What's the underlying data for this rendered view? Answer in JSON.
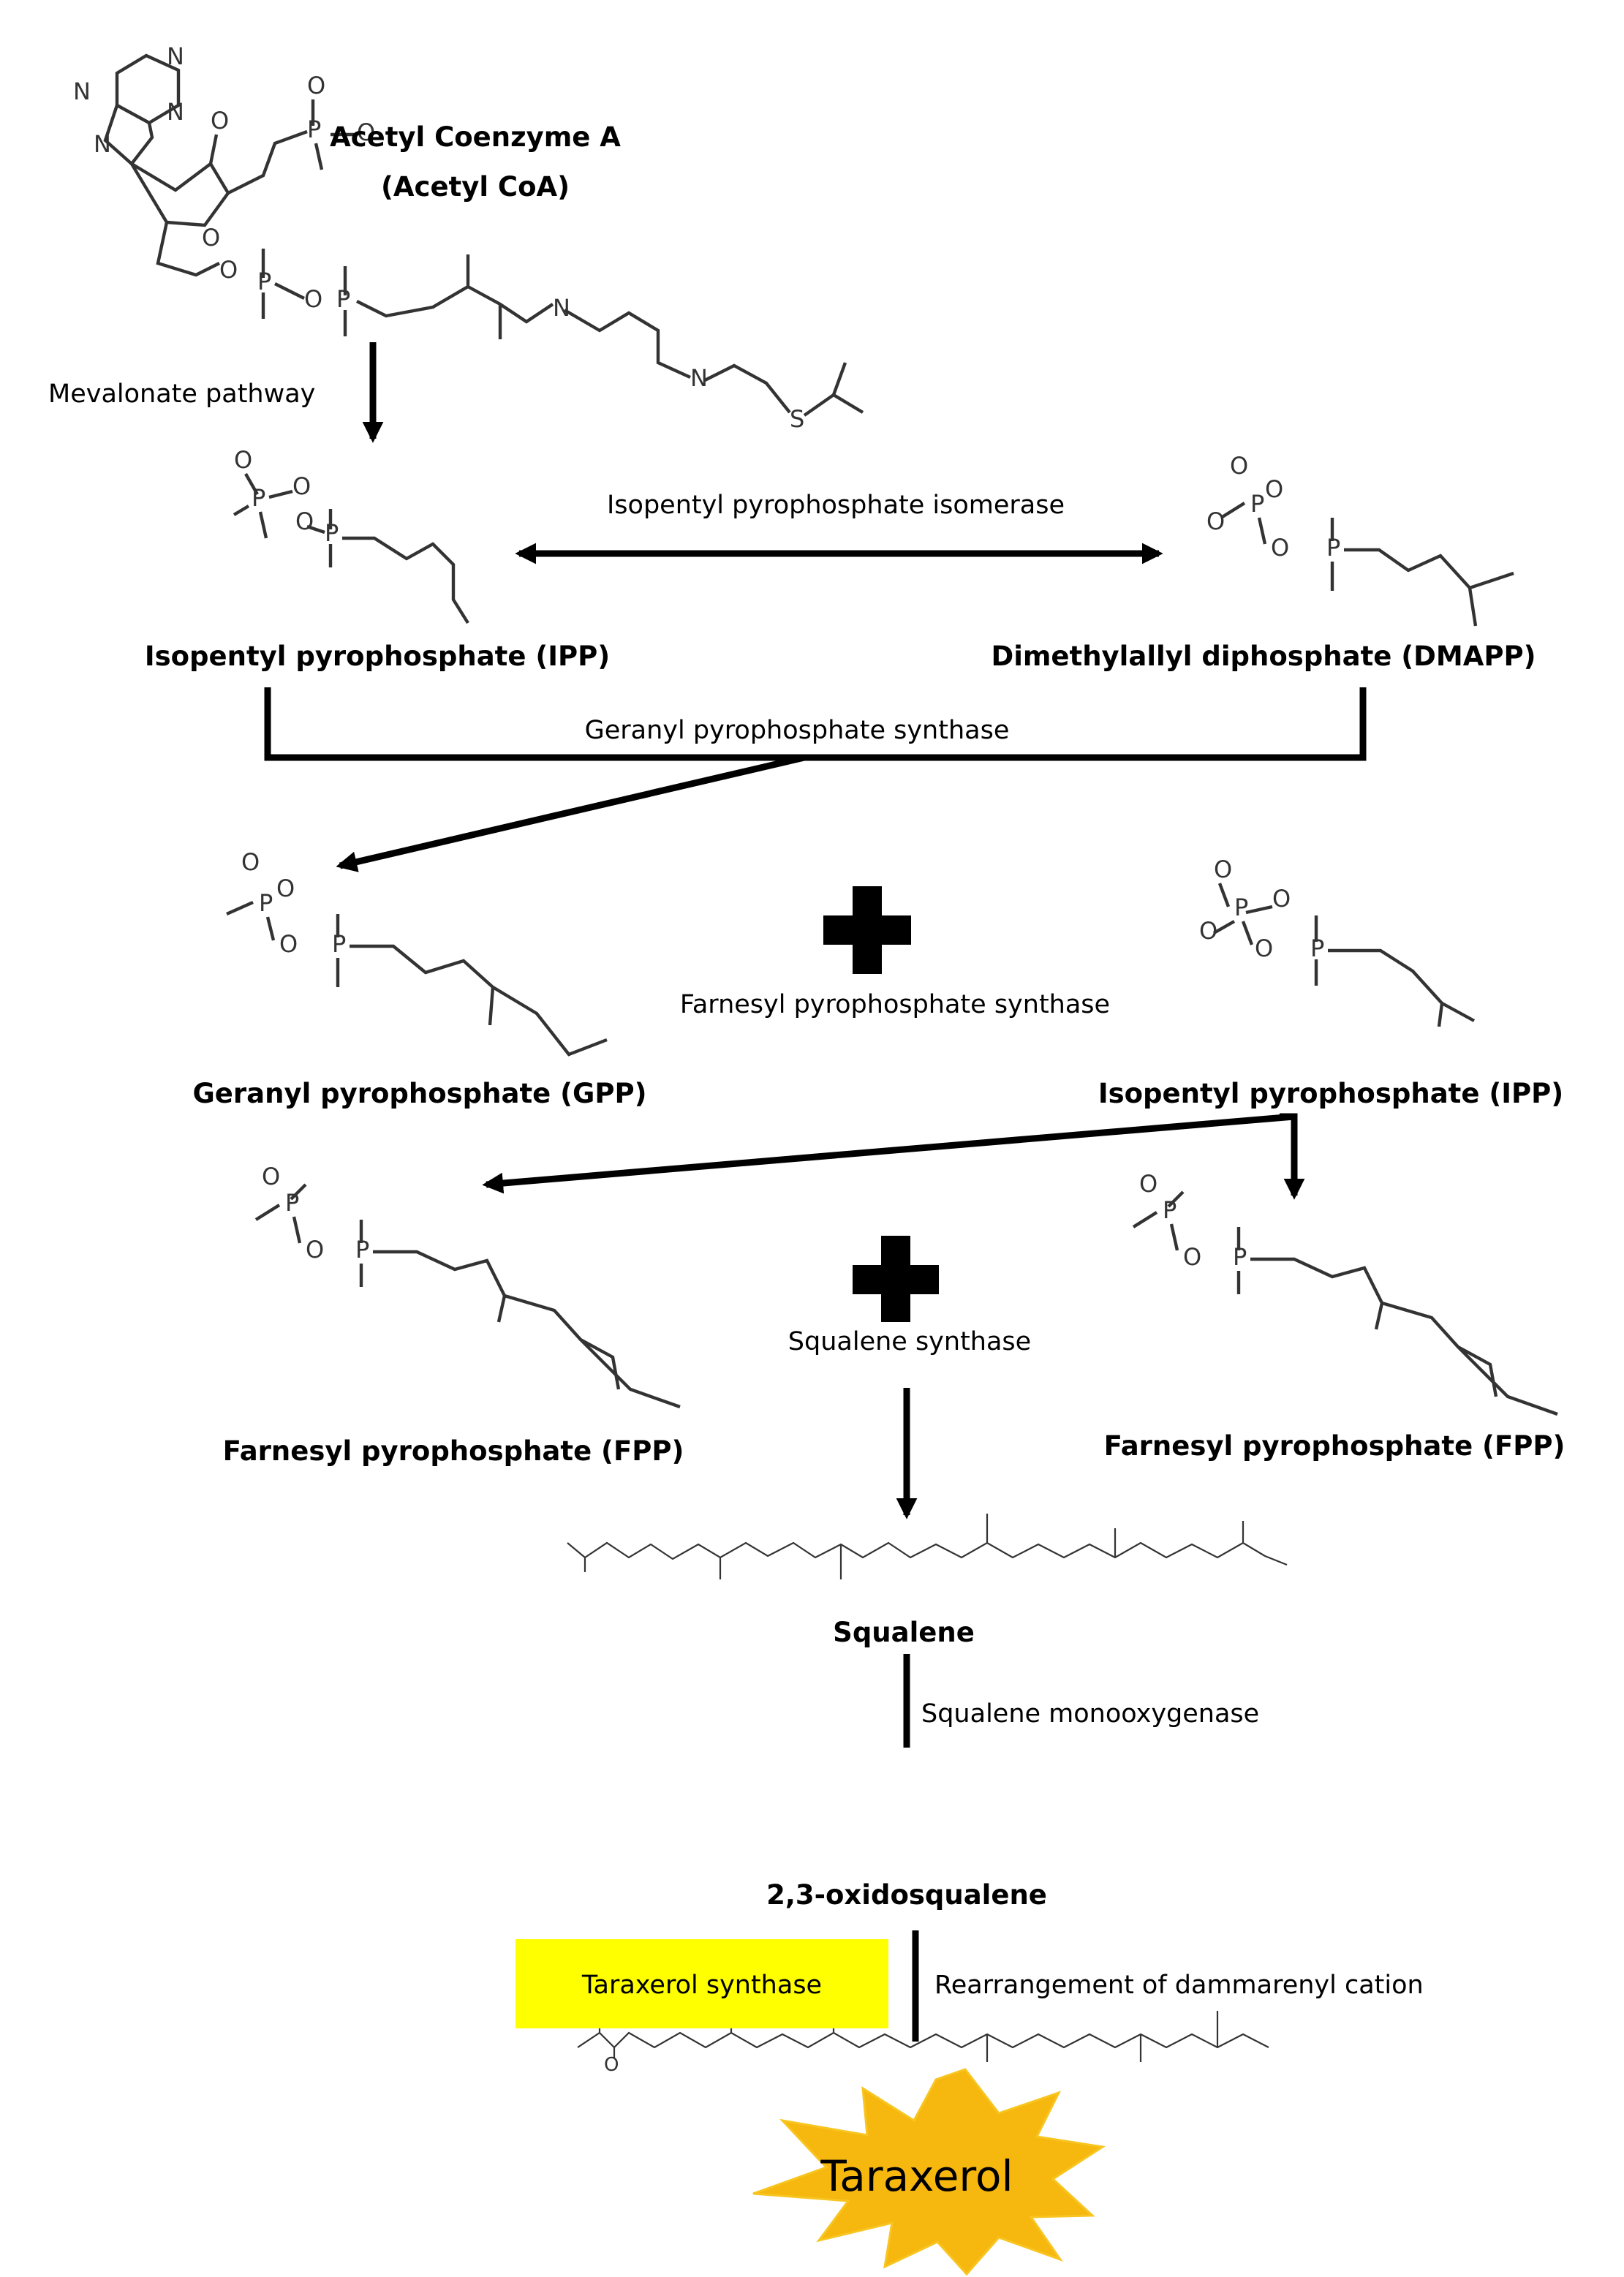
{
  "diagram": {
    "compounds": {
      "acetyl_coa_line1": "Acetyl Coenzyme A",
      "acetyl_coa_line2": "(Acetyl CoA)",
      "ipp_1": "Isopentyl pyrophosphate (IPP)",
      "dmapp": "Dimethylallyl diphosphate (DMAPP)",
      "gpp": "Geranyl pyrophosphate (GPP)",
      "ipp_2": "Isopentyl pyrophosphate (IPP)",
      "fpp_1": "Farnesyl pyrophosphate (FPP)",
      "fpp_2": "Farnesyl pyrophosphate (FPP)",
      "squalene": "Squalene",
      "oxidosqualene": "2,3-oxidosqualene",
      "taraxerol": "Taraxerol"
    },
    "steps": {
      "mevalonate": "Mevalonate pathway",
      "ipp_isomerase": "Isopentyl pyrophosphate isomerase",
      "gpp_synthase": "Geranyl pyrophosphate synthase",
      "fpp_synthase": "Farnesyl pyrophosphate synthase",
      "squalene_synthase": "Squalene synthase",
      "squalene_monooxygenase": "Squalene monooxygenase",
      "taraxerol_synthase": "Taraxerol synthase",
      "rearrangement": "Rearrangement of dammarenyl cation"
    },
    "colors": {
      "highlight": "#ffff00",
      "star_fill": "#f6b70f",
      "star_stroke": "#f8c520",
      "line": "#000000"
    }
  }
}
